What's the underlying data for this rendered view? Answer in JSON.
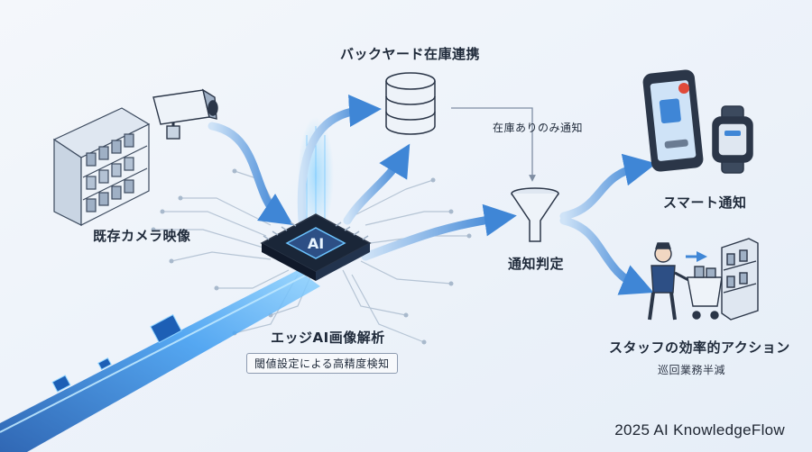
{
  "labels": {
    "camera": "既存カメラ映像",
    "inventory": "バックヤード在庫連携",
    "stock_only": "在庫ありのみ通知",
    "notify_decision": "通知判定",
    "smart_notify": "スマート通知",
    "edge_ai": "エッジAI画像解析",
    "threshold": "閾値設定による高精度検知",
    "staff_action": "スタッフの効率的アクション",
    "patrol": "巡回業務半減"
  },
  "chip_text": "AI",
  "brand": "2025 AI KnowledgeFlow",
  "icons": {
    "camera": "security-camera-icon",
    "shelf": "store-shelf-icon",
    "database": "database-icon",
    "funnel": "funnel-icon",
    "phone": "smartphone-icon",
    "watch": "smartwatch-icon",
    "staff": "staff-with-cart-icon",
    "chip": "ai-chip-icon"
  },
  "colors": {
    "arrow": "#3f86d6",
    "dark": "#1f2a3a",
    "chip": "#22334d",
    "glow": "#4fb8ff",
    "alert": "#e04a3a"
  }
}
